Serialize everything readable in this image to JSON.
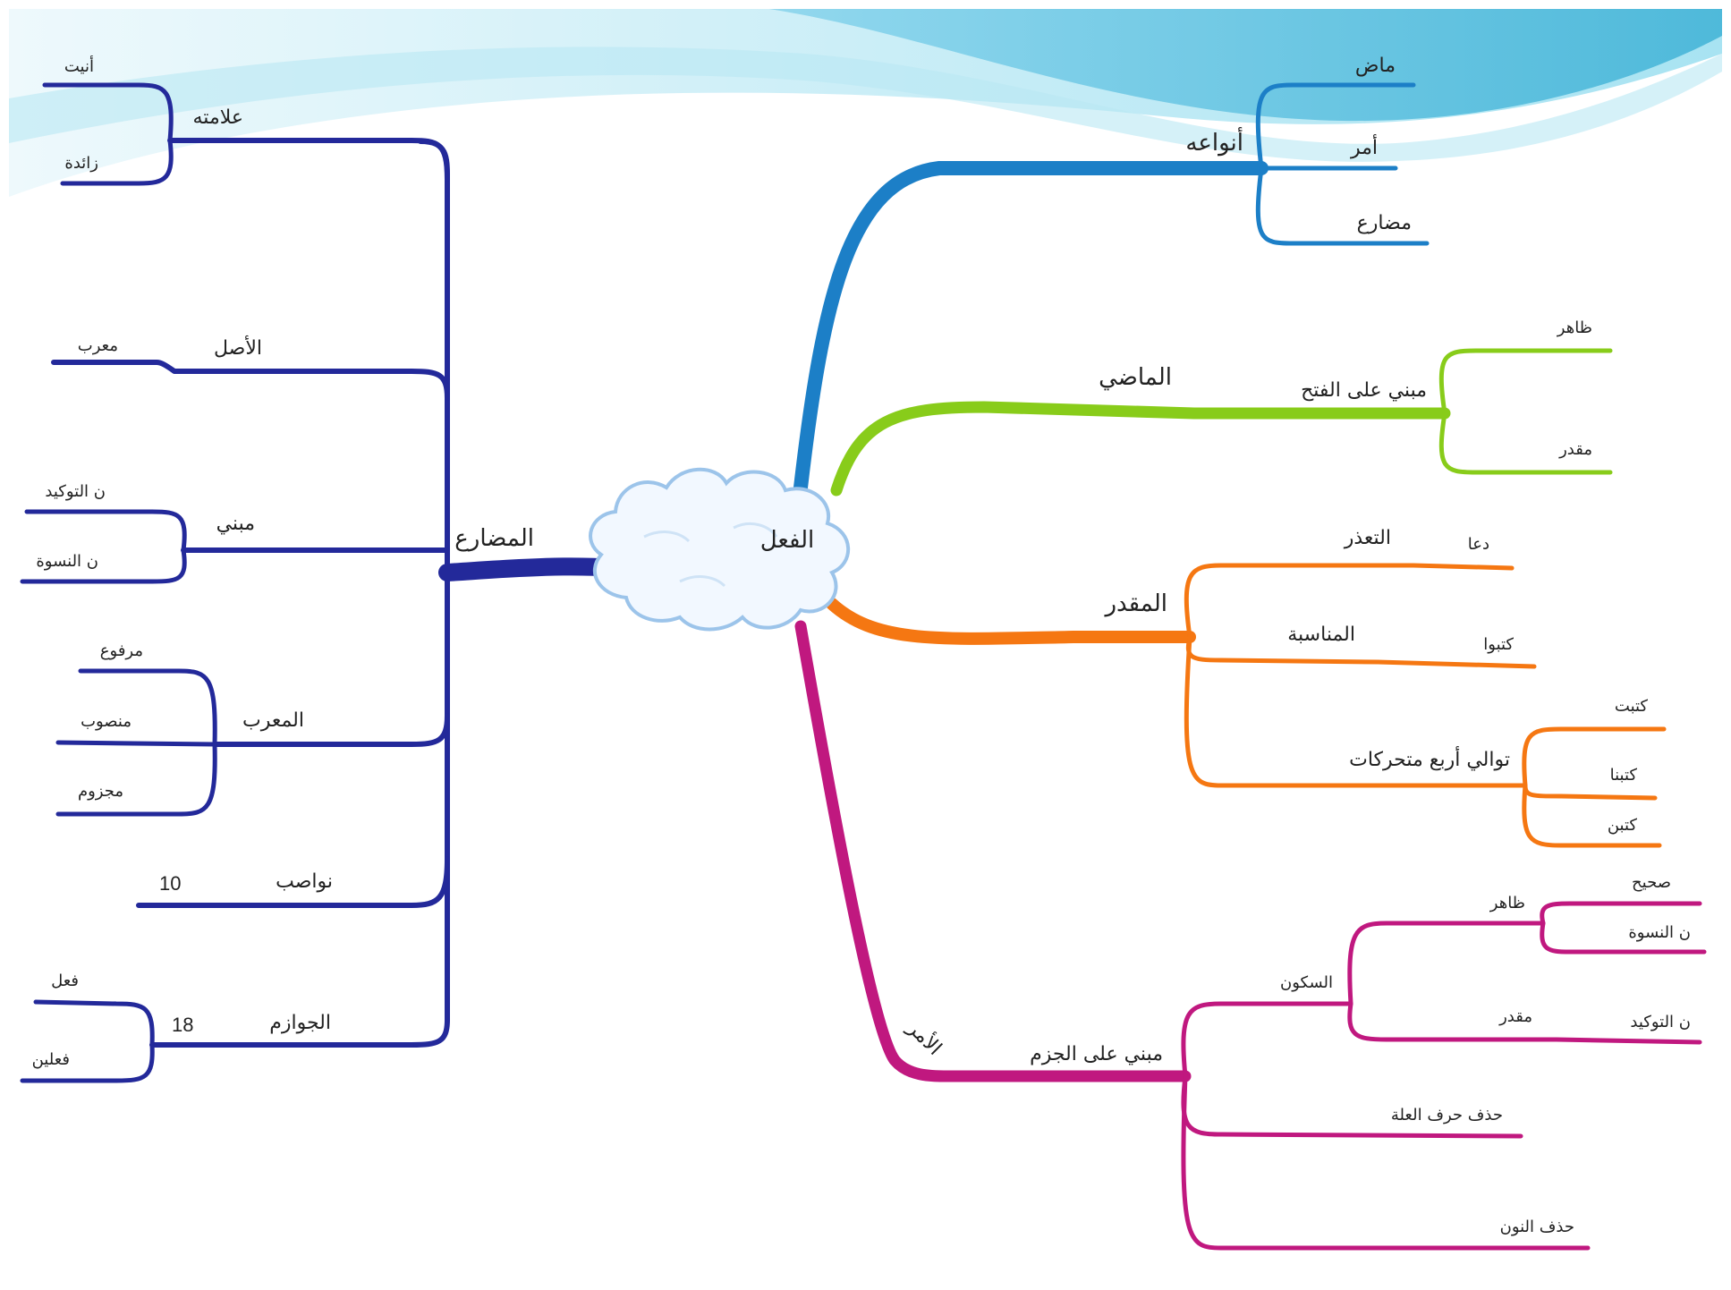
{
  "colors": {
    "types": "#1c7fc7",
    "past": "#88cc1a",
    "estimated": "#f57712",
    "imperative": "#c0187f",
    "present": "#23299a",
    "wave_light": "#c7ecf5",
    "wave_mid": "#7fd4ec",
    "wave_dark": "#4cb6d8",
    "cloud_fill": "#f2f8ff",
    "cloud_edge": "#9cc4ea"
  },
  "center": {
    "label": "الفعل",
    "icon": "cloud-icon"
  },
  "branches": {
    "types": {
      "label": "أنواعه",
      "children": [
        "ماض",
        "أمر",
        "مضارع"
      ]
    },
    "past": {
      "label": "الماضي",
      "sub": {
        "label": "مبني على الفتح",
        "children": [
          "ظاهر",
          "مقدر"
        ]
      }
    },
    "estimated": {
      "label": "المقدر",
      "sub": [
        {
          "label": "التعذر",
          "children": [
            "دعا"
          ]
        },
        {
          "label": "المناسبة",
          "children": [
            "كتبوا"
          ]
        },
        {
          "label": "توالي أربع متحركات",
          "children": [
            "كتبت",
            "كتبنا",
            "كتبن"
          ]
        }
      ]
    },
    "imperative": {
      "label": "الأمر",
      "sub": {
        "label": "مبني على الجزم",
        "children": [
          {
            "label": "السكون",
            "children": [
              {
                "label": "ظاهر",
                "children": [
                  "صحيح",
                  "ن النسوة"
                ]
              },
              {
                "label": "مقدر",
                "children": [
                  "ن التوكيد"
                ]
              }
            ]
          },
          {
            "label": "حذف حرف العلة"
          },
          {
            "label": "حذف النون"
          }
        ]
      }
    },
    "present": {
      "label": "المضارع",
      "sub": [
        {
          "label": "علامته",
          "children": [
            "أنيت",
            "زائدة"
          ]
        },
        {
          "label": "الأصل",
          "children": [
            "معرب"
          ]
        },
        {
          "label": "مبني",
          "children": [
            "ن التوكيد",
            "ن النسوة"
          ]
        },
        {
          "label": "المعرب",
          "children": [
            "مرفوع",
            "منصوب",
            "مجزوم"
          ]
        },
        {
          "label": "نواصب",
          "count": "10"
        },
        {
          "label": "الجوازم",
          "count": "18",
          "children": [
            "فعل",
            "فعلين"
          ]
        }
      ]
    }
  }
}
